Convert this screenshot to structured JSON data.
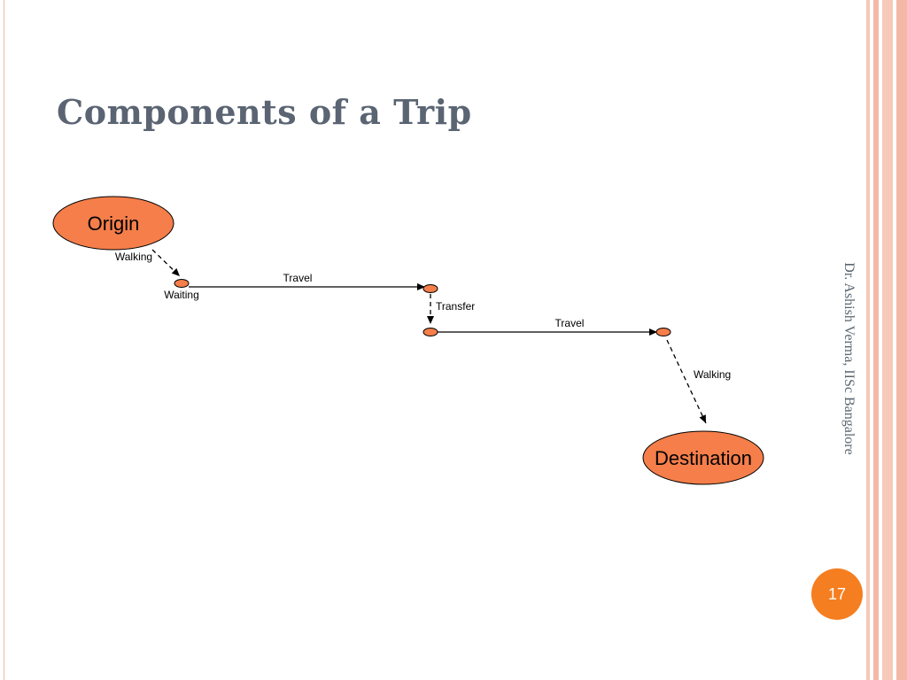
{
  "slide": {
    "title": "Components of a Trip",
    "author": "Dr. Ashish Verma, IISc Bangalore",
    "page_number": "17"
  },
  "diagram": {
    "origin_label": "Origin",
    "destination_label": "Destination",
    "walking_1_label": "Walking",
    "waiting_label": "Waiting",
    "travel_1_label": "Travel",
    "transfer_label": "Transfer",
    "travel_2_label": "Travel",
    "walking_2_label": "Walking"
  },
  "colors": {
    "node_fill": "#f57e4a",
    "title": "#5a6472",
    "accent_badge": "#f57e20",
    "stripes": "#f4b8a6"
  }
}
